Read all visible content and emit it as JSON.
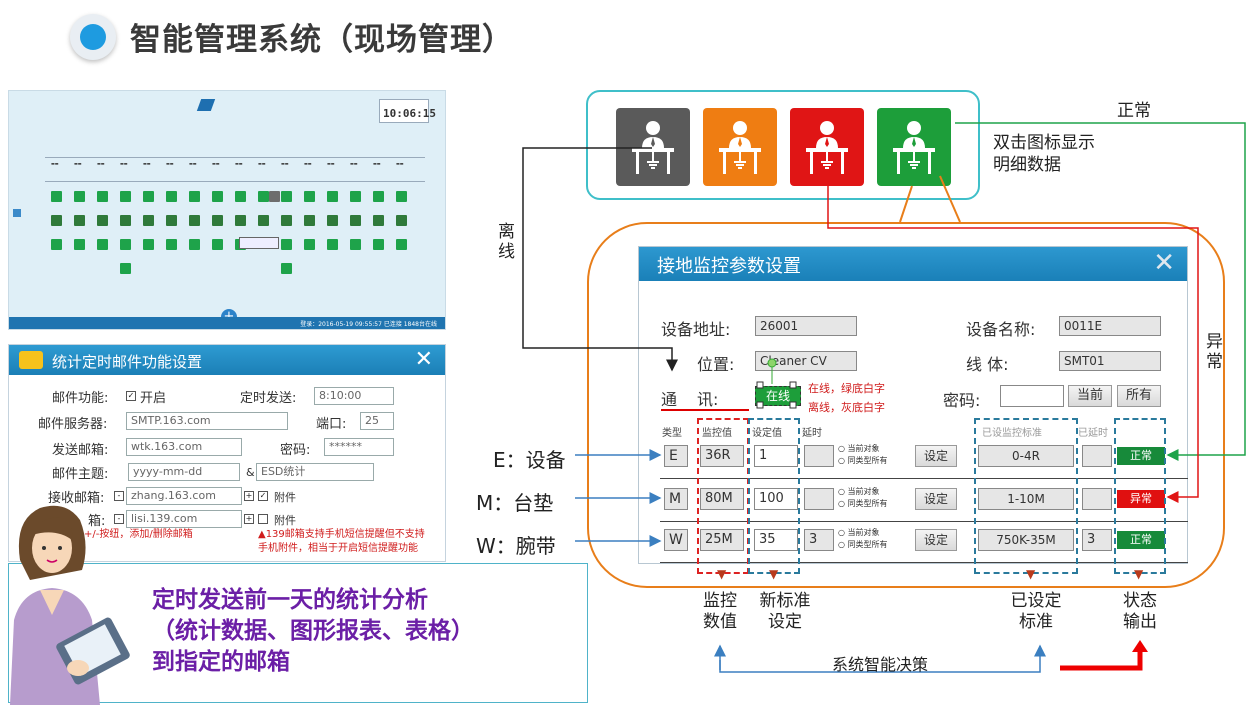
{
  "page_title": "智能管理系统（现场管理）",
  "thumbnail": {
    "clock": "10:06:15",
    "status_bar": "登录：2016-05-19 09:55:57 已连接 1848台在线"
  },
  "mail_dialog": {
    "title": "统计定时邮件功能设置",
    "function_label": "邮件功能:",
    "function_value": "开启",
    "timer_label": "定时发送:",
    "timer_value": "8:10:00",
    "server_label": "邮件服务器:",
    "server_value": "SMTP.163.com",
    "port_label": "端口:",
    "port_value": "25",
    "sender_label": "发送邮箱:",
    "sender_value": "wtk.163.com",
    "password_label": "密码:",
    "password_value": "******",
    "subject_label": "邮件主题:",
    "subject_date": "yyyy-mm-dd",
    "subject_amp": "&",
    "subject_value": "ESD统计",
    "receiver_label": "接收邮箱:",
    "receiver_value": "zhang.163.com",
    "attachment_label": "附件",
    "receiver2_label": "箱:",
    "receiver2_value": "lisi.139.com",
    "attachment2_label": "附件",
    "hint_left": "+/-按纽，添加/删除邮箱",
    "hint_right_1": "▲139邮箱支持手机短信提醒但不支持",
    "hint_right_2": "手机附件，相当于开启短信提醒功能"
  },
  "callout": {
    "line1": "定时发送前一天的统计分析",
    "line2": "（统计数据、图形报表、表格）",
    "line3": "到指定的邮箱"
  },
  "status_icons": [
    {
      "name": "offline",
      "color": "#5a5a5a"
    },
    {
      "name": "warning",
      "color": "#ef7d12"
    },
    {
      "name": "abnormal",
      "color": "#e01515"
    },
    {
      "name": "normal",
      "color": "#1d9e3a"
    }
  ],
  "annotations": {
    "normal": "正常",
    "dblclick_1": "双击图标显示",
    "dblclick_2": "明细数据",
    "offline": "离线",
    "abnormal": "异常",
    "e_device": "E：设备",
    "m_mat": "M：台垫",
    "w_wrist": "W：腕带",
    "monitor_1": "监控",
    "monitor_2": "数值",
    "newstd_1": "新标准",
    "newstd_2": "设定",
    "setstd_1": "已设定",
    "setstd_2": "标准",
    "status_1": "状态",
    "status_2": "输出",
    "decision": "系统智能决策"
  },
  "param_dialog": {
    "title": "接地监控参数设置",
    "addr_label": "设备地址:",
    "addr_value": "26001",
    "devname_label": "设备名称:",
    "devname_value": "0011E",
    "pos_label": "位置:",
    "pos_value": "Cleaner  CV",
    "line_label": "线    体:",
    "line_value": "SMT01",
    "comm_label_1": "通",
    "comm_label_2": "讯:",
    "comm_value": "在线",
    "comm_note_1": "在线，绿底白字",
    "comm_note_2": "离线，灰底白字",
    "pwd_label": "密码:",
    "btn_current": "当前",
    "btn_all": "所有",
    "col_type": "类型",
    "col_monitor": "监控值",
    "col_setval": "设定值",
    "col_delay": "延时",
    "col_setstd": "已设监控标准",
    "col_setdelay": "已延时",
    "radio_current": "当前对象",
    "radio_same": "同类型所有",
    "btn_set": "设定",
    "rows": [
      {
        "type": "E",
        "monitor": "36R",
        "setval": "1",
        "delay": "",
        "std": "0-4R",
        "sdelay": "",
        "status": "正常",
        "status_color": "#178a3a"
      },
      {
        "type": "M",
        "monitor": "80M",
        "setval": "100",
        "delay": "",
        "std": "1-10M",
        "sdelay": "",
        "status": "异常",
        "status_color": "#e01010"
      },
      {
        "type": "W",
        "monitor": "25M",
        "setval": "35",
        "delay": "3",
        "std": "750K-35M",
        "sdelay": "3",
        "status": "正常",
        "status_color": "#178a3a"
      }
    ]
  }
}
